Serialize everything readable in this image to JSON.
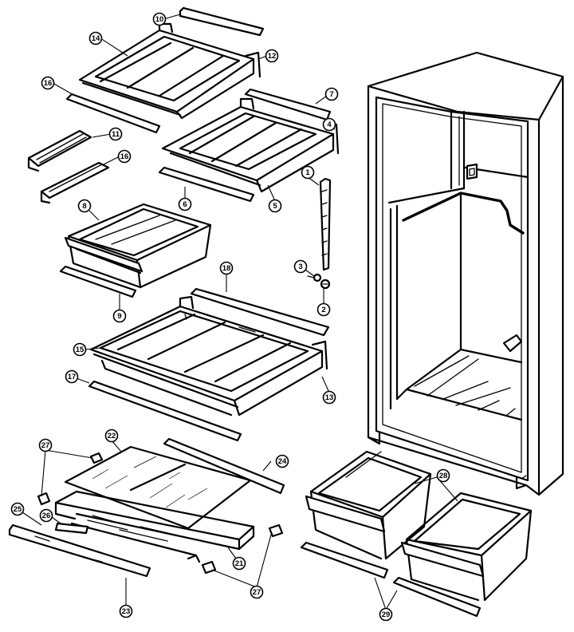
{
  "diagram": {
    "colors": {
      "line": "#000000",
      "background": "#ffffff"
    },
    "callouts": [
      {
        "id": "c1",
        "label": "1"
      },
      {
        "id": "c2",
        "label": "2"
      },
      {
        "id": "c3",
        "label": "3"
      },
      {
        "id": "c4",
        "label": "4"
      },
      {
        "id": "c5",
        "label": "5"
      },
      {
        "id": "c6a",
        "label": "6"
      },
      {
        "id": "c7",
        "label": "7"
      },
      {
        "id": "c8",
        "label": "8"
      },
      {
        "id": "c9",
        "label": "9"
      },
      {
        "id": "c10",
        "label": "10"
      },
      {
        "id": "c11",
        "label": "11"
      },
      {
        "id": "c12",
        "label": "12"
      },
      {
        "id": "c13",
        "label": "13"
      },
      {
        "id": "c14",
        "label": "14"
      },
      {
        "id": "c15",
        "label": "15"
      },
      {
        "id": "c16a",
        "label": "16"
      },
      {
        "id": "c16b",
        "label": "16"
      },
      {
        "id": "c17",
        "label": "17"
      },
      {
        "id": "c18",
        "label": "18"
      },
      {
        "id": "c21",
        "label": "21"
      },
      {
        "id": "c22",
        "label": "22"
      },
      {
        "id": "c23",
        "label": "23"
      },
      {
        "id": "c24",
        "label": "24"
      },
      {
        "id": "c25",
        "label": "25"
      },
      {
        "id": "c26",
        "label": "26"
      },
      {
        "id": "c27a",
        "label": "27"
      },
      {
        "id": "c27b",
        "label": "27"
      },
      {
        "id": "c28",
        "label": "28"
      },
      {
        "id": "c29",
        "label": "29"
      }
    ]
  }
}
